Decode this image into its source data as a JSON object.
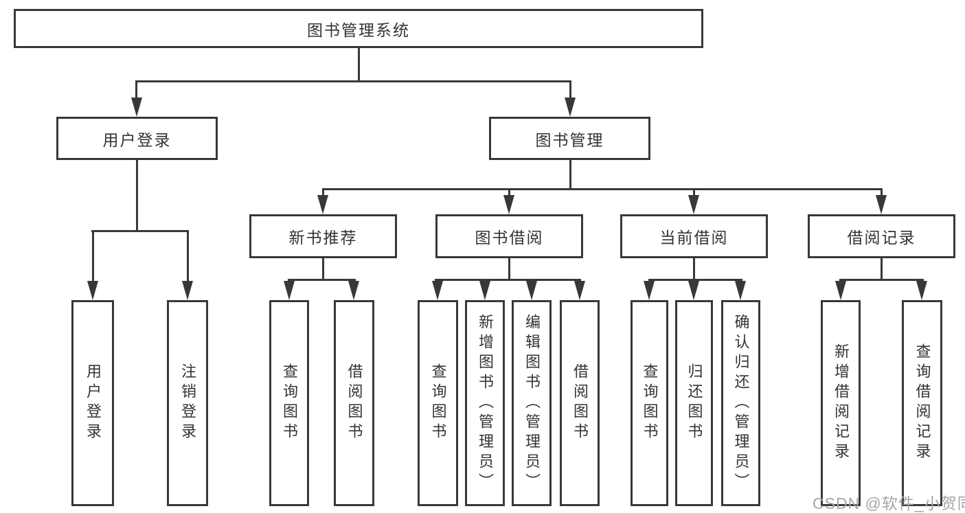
{
  "diagram": {
    "root": {
      "label": "图书管理系统"
    },
    "user_login": {
      "label": "用户登录",
      "children": [
        {
          "label": "用户登录"
        },
        {
          "label": "注销登录"
        }
      ]
    },
    "book_mgmt": {
      "label": "图书管理",
      "sections": [
        {
          "label": "新书推荐",
          "children": [
            {
              "label": "查询图书"
            },
            {
              "label": "借阅图书"
            }
          ]
        },
        {
          "label": "图书借阅",
          "children": [
            {
              "label": "查询图书"
            },
            {
              "label": "新增图书（管理员）"
            },
            {
              "label": "编辑图书（管理员）"
            },
            {
              "label": "借阅图书"
            }
          ]
        },
        {
          "label": "当前借阅",
          "children": [
            {
              "label": "查询图书"
            },
            {
              "label": "归还图书"
            },
            {
              "label": "确认归还（管理员）"
            }
          ]
        },
        {
          "label": "借阅记录",
          "children": [
            {
              "label": "新增借阅记录"
            },
            {
              "label": "查询借阅记录"
            }
          ]
        }
      ]
    },
    "watermark": "CSDN @软件_小贺同学",
    "colors": {
      "line": "#383838",
      "text": "#333333",
      "watermark": "#a6a6a6",
      "background": "#ffffff"
    }
  }
}
